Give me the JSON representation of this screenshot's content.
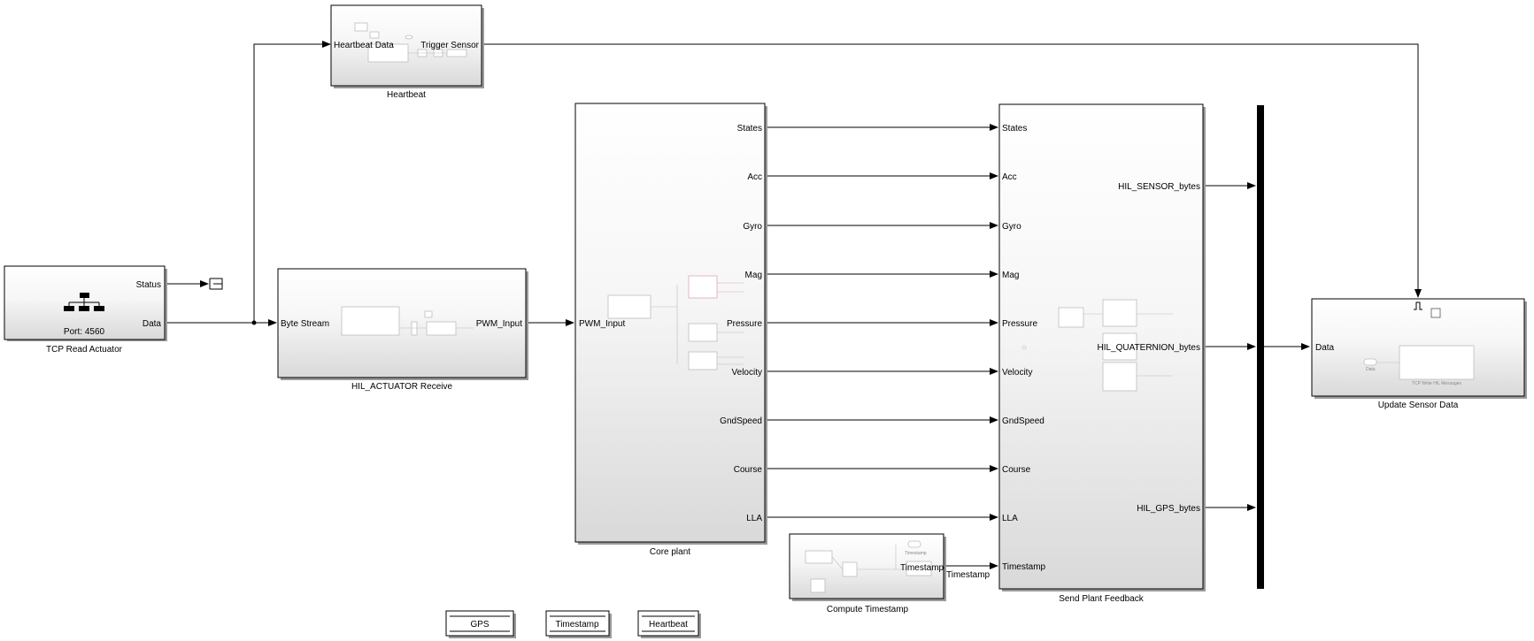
{
  "blocks": {
    "tcp_read": {
      "name": "TCP Read Actuator",
      "port_label": "Port: 4560",
      "outputs": [
        "Status",
        "Data"
      ]
    },
    "heartbeat": {
      "name": "Heartbeat",
      "input": "Heartbeat Data",
      "output": "Trigger Sensor"
    },
    "actuator_receive": {
      "name": "HIL_ACTUATOR Receive",
      "input": "Byte Stream",
      "output": "PWM_Input"
    },
    "core_plant": {
      "name": "Core plant",
      "input": "PWM_Input",
      "outputs": [
        "States",
        "Acc",
        "Gyro",
        "Mag",
        "Pressure",
        "Velocity",
        "GndSpeed",
        "Course",
        "LLA"
      ]
    },
    "plant_feedback": {
      "name": "Send  Plant Feedback",
      "inputs": [
        "States",
        "Acc",
        "Gyro",
        "Mag",
        "Pressure",
        "Velocity",
        "GndSpeed",
        "Course",
        "LLA",
        "Timestamp"
      ],
      "outputs": [
        "HIL_SENSOR_bytes",
        "HIL_QUATERNION_bytes",
        "HIL_GPS_bytes"
      ]
    },
    "compute_timestamp": {
      "name": "Compute Timestamp",
      "output": "Timestamp",
      "inner_label": "Timestamp",
      "inner_port": "Timestamp"
    },
    "update_sensor": {
      "name": "Update Sensor Data",
      "input": "Data",
      "inner_port": "Data",
      "inner_block": "TCP Write HIL Messages"
    }
  },
  "goto_tags": [
    "GPS",
    "Timestamp",
    "Heartbeat"
  ],
  "colors": {
    "block_top": "#ffffff",
    "block_bottom": "#dcdcdc",
    "line": "#000000",
    "inner": "#bdbdbd",
    "inner_accent": "#e3a3b5"
  }
}
